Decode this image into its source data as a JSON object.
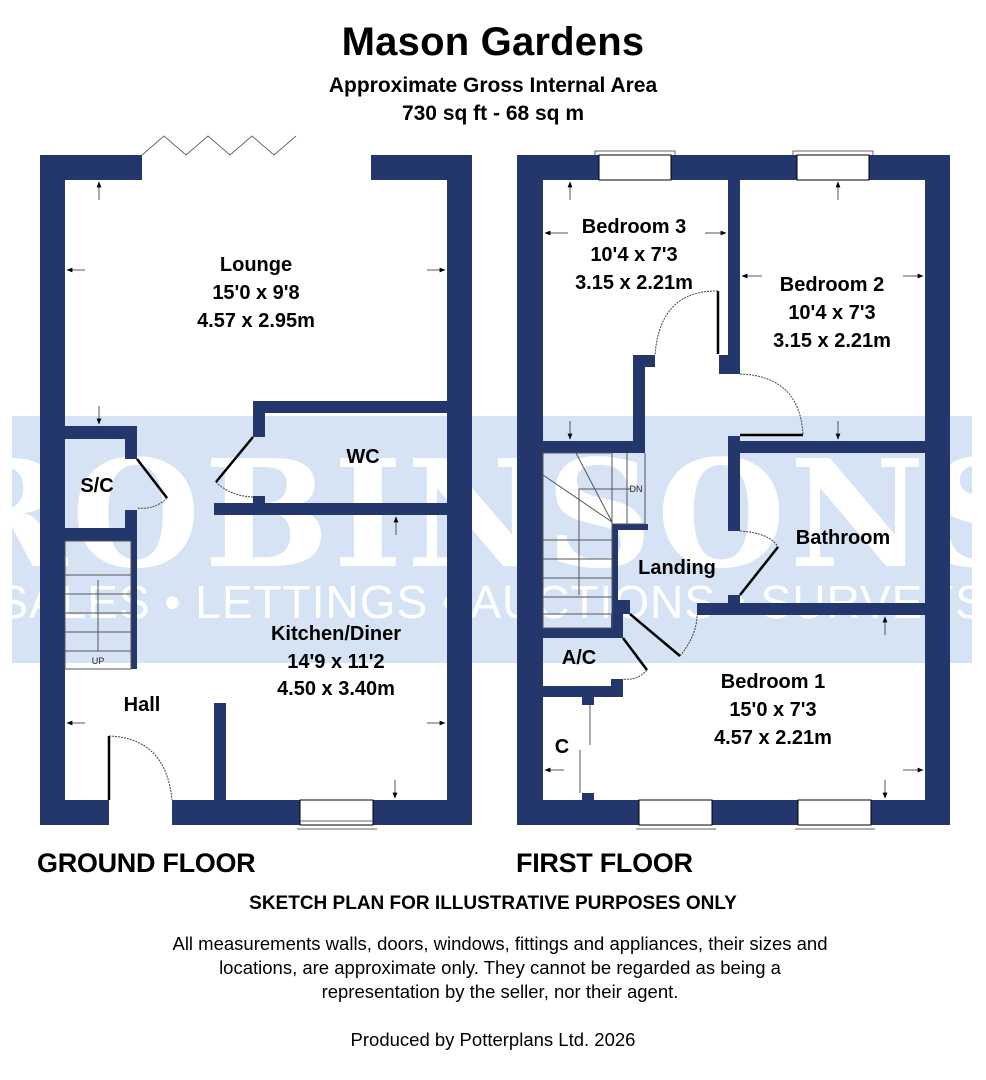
{
  "header": {
    "title": "Mason Gardens",
    "area_label": "Approximate Gross Internal Area",
    "area_value": "730 sq ft - 68 sq m"
  },
  "watermark": {
    "brand": "ROBINSONS",
    "tagline": "SALES • LETTINGS • AUCTIONS • SURVEYS",
    "band_color": "#d6e3f4"
  },
  "colors": {
    "wall": "#23376c",
    "background": "#ffffff",
    "text": "#000000"
  },
  "ground_floor": {
    "label": "GROUND FLOOR",
    "rooms": [
      {
        "name": "Lounge",
        "imperial": "15'0 x 9'8",
        "metric": "4.57 x 2.95m"
      },
      {
        "name": "WC"
      },
      {
        "name": "S/C"
      },
      {
        "name": "Kitchen/Diner",
        "imperial": "14'9 x 11'2",
        "metric": "4.50 x 3.40m"
      },
      {
        "name": "Hall"
      }
    ],
    "stairs_label": "UP"
  },
  "first_floor": {
    "label": "FIRST FLOOR",
    "rooms": [
      {
        "name": "Bedroom 3",
        "imperial": "10'4 x 7'3",
        "metric": "3.15 x 2.21m"
      },
      {
        "name": "Bedroom 2",
        "imperial": "10'4 x 7'3",
        "metric": "3.15 x 2.21m"
      },
      {
        "name": "Bathroom"
      },
      {
        "name": "Landing"
      },
      {
        "name": "A/C"
      },
      {
        "name": "Bedroom 1",
        "imperial": "15'0 x 7'3",
        "metric": "4.57 x 2.21m"
      },
      {
        "name": "C"
      }
    ],
    "stairs_label": "DN"
  },
  "footer": {
    "sketch_notice": "SKETCH PLAN FOR ILLUSTRATIVE PURPOSES ONLY",
    "disclaimer": "All measurements walls, doors, windows, fittings and appliances, their sizes and locations, are approximate only. They cannot be regarded as being a representation by the seller, nor their agent.",
    "produced_by": "Produced by Potterplans Ltd. 2026"
  }
}
